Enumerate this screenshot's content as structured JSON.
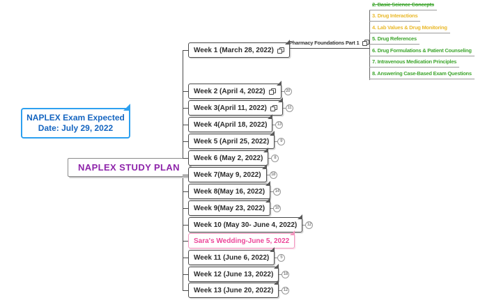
{
  "callout": {
    "line1": "NAPLEX Exam Expected",
    "line2": "Date: July 29, 2022"
  },
  "root": {
    "label": "NAPLEX STUDY PLAN"
  },
  "week1_subtopic": {
    "label": "Pharmacy Foundations Part 1",
    "copy_icon": "copy-icon"
  },
  "foundations_items": [
    {
      "label": "2. Basic Science Concepts",
      "color": "green",
      "strikethrough": true
    },
    {
      "label": "3. Drug Interactions",
      "color": "yellow",
      "strikethrough": false
    },
    {
      "label": "4. Lab Values & Drug Monitoring",
      "color": "yellow",
      "strikethrough": false
    },
    {
      "label": "5. Drug References",
      "color": "green",
      "strikethrough": false
    },
    {
      "label": "6. Drug Formulations & Patient Counseling",
      "color": "green",
      "strikethrough": false
    },
    {
      "label": "7. Intravenous Medication Principles",
      "color": "green",
      "strikethrough": false
    },
    {
      "label": "8. Answering Case-Based Exam Questions",
      "color": "green",
      "strikethrough": false
    }
  ],
  "weeks": [
    {
      "label": "Week 1 (March 28, 2022)",
      "copy_icon": true,
      "badge": null,
      "accent": "default"
    },
    {
      "label": "Week 2 (April 4, 2022)",
      "copy_icon": true,
      "badge": "20",
      "accent": "default"
    },
    {
      "label": "Week 3(April 11, 2022)",
      "copy_icon": true,
      "badge": "11",
      "accent": "default"
    },
    {
      "label": "Week 4(April 18, 2022)",
      "copy_icon": false,
      "badge": "13",
      "accent": "default"
    },
    {
      "label": "Week 5 (April 25, 2022)",
      "copy_icon": false,
      "badge": "9",
      "accent": "default"
    },
    {
      "label": "Week 6 (May 2, 2022)",
      "copy_icon": false,
      "badge": "8",
      "accent": "default"
    },
    {
      "label": "Week 7(May 9, 2022)",
      "copy_icon": false,
      "badge": "18",
      "accent": "default"
    },
    {
      "label": "Week 8(May 16, 2022)",
      "copy_icon": false,
      "badge": "14",
      "accent": "default"
    },
    {
      "label": "Week 9(May 23, 2022)",
      "copy_icon": false,
      "badge": "10",
      "accent": "default"
    },
    {
      "label": "Week 10 (May 30- June 4, 2022)",
      "copy_icon": false,
      "badge": "12",
      "accent": "default"
    },
    {
      "label": "Sara's Wedding-June 5, 2022",
      "copy_icon": false,
      "badge": null,
      "accent": "pink"
    },
    {
      "label": "Week 11 (June 6, 2022)",
      "copy_icon": false,
      "badge": "5",
      "accent": "default"
    },
    {
      "label": "Week 12 (June 13, 2022)",
      "copy_icon": false,
      "badge": "18",
      "accent": "default"
    },
    {
      "label": "Week 13 (June 20, 2022)",
      "copy_icon": false,
      "badge": "12",
      "accent": "default"
    }
  ],
  "colors": {
    "green": "#3fa62f",
    "yellow": "#eaba2e",
    "purple": "#8e24aa",
    "pink": "#ec4699",
    "callout_border": "#2da0f0",
    "callout_text": "#1565c0",
    "line": "#4a4a4a"
  }
}
